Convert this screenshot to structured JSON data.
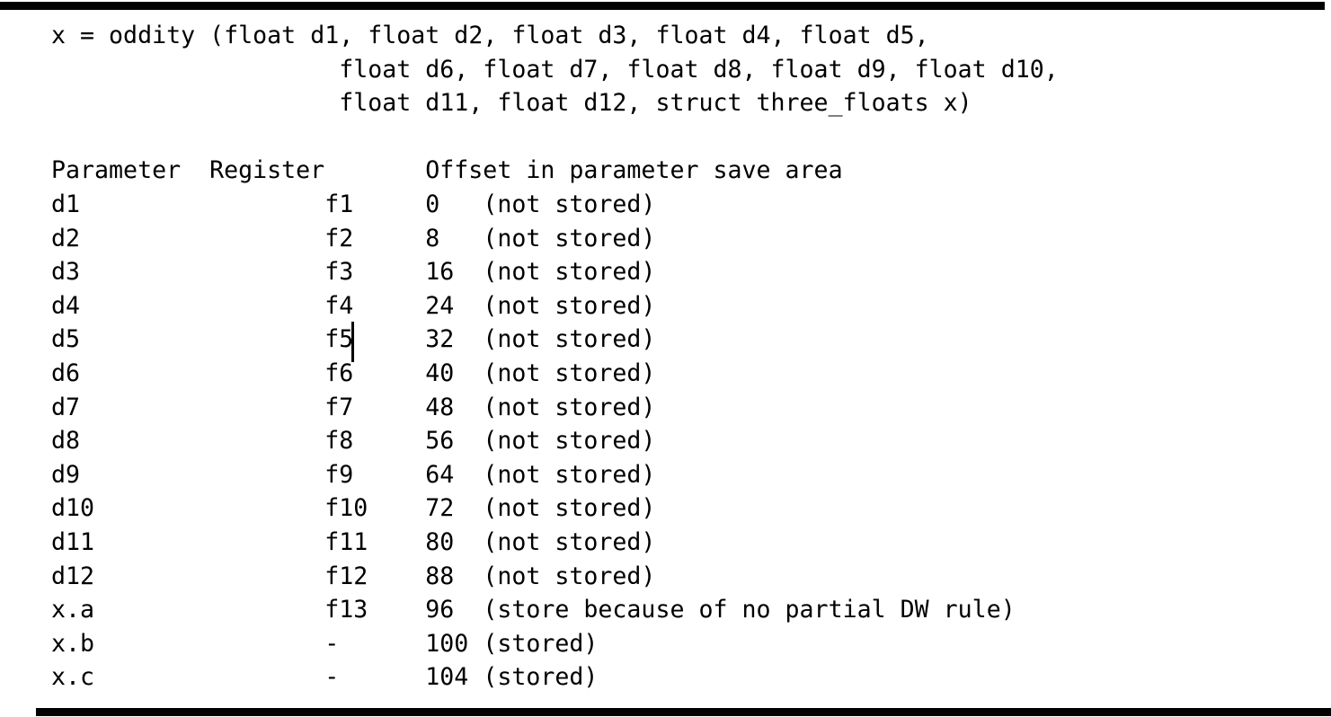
{
  "figure": {
    "colors": {
      "text": "#000000",
      "background": "#ffffff",
      "rule": "#000000"
    },
    "code": {
      "line1": "x = oddity (float d1, float d2, float d3, float d4, float d5,",
      "line2": "float d6, float d7, float d8, float d9, float d10,",
      "line3": "float d11, float d12, struct three_floats x)"
    },
    "table": {
      "header": {
        "parameter": "Parameter",
        "register": "Register",
        "offset": "Offset in parameter save area"
      },
      "rows": [
        {
          "parameter": "d1",
          "register": "f1",
          "offset": "0",
          "note": "(not stored)"
        },
        {
          "parameter": "d2",
          "register": "f2",
          "offset": "8",
          "note": "(not stored)"
        },
        {
          "parameter": "d3",
          "register": "f3",
          "offset": "16",
          "note": "(not stored)"
        },
        {
          "parameter": "d4",
          "register": "f4",
          "offset": "24",
          "note": "(not stored)"
        },
        {
          "parameter": "d5",
          "register": "f5",
          "offset": "32",
          "note": "(not stored)"
        },
        {
          "parameter": "d6",
          "register": "f6",
          "offset": "40",
          "note": "(not stored)"
        },
        {
          "parameter": "d7",
          "register": "f7",
          "offset": "48",
          "note": "(not stored)"
        },
        {
          "parameter": "d8",
          "register": "f8",
          "offset": "56",
          "note": "(not stored)"
        },
        {
          "parameter": "d9",
          "register": "f9",
          "offset": "64",
          "note": "(not stored)"
        },
        {
          "parameter": "d10",
          "register": "f10",
          "offset": "72",
          "note": "(not stored)"
        },
        {
          "parameter": "d11",
          "register": "f11",
          "offset": "80",
          "note": "(not stored)"
        },
        {
          "parameter": "d12",
          "register": "f12",
          "offset": "88",
          "note": "(not stored)"
        },
        {
          "parameter": "x.a",
          "register": "f13",
          "offset": "96",
          "note": "(store because of no partial DW rule)"
        },
        {
          "parameter": "x.b",
          "register": "-",
          "offset": "100",
          "note": "(stored)"
        },
        {
          "parameter": "x.c",
          "register": "-",
          "offset": "104",
          "note": "(stored)"
        }
      ]
    }
  }
}
